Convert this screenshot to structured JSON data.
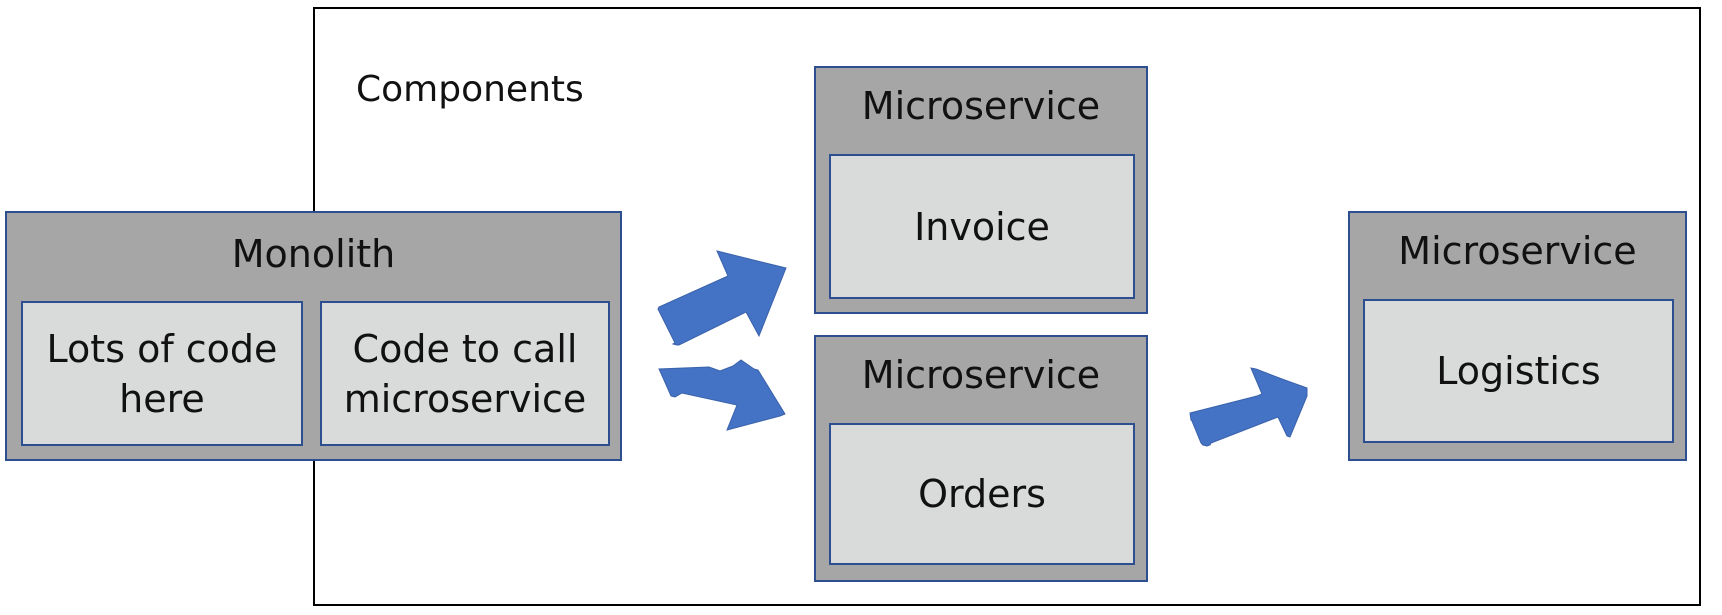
{
  "frame": {
    "label": "Components"
  },
  "monolith": {
    "title": "Monolith",
    "components": [
      {
        "lines": [
          "Lots of code",
          "here"
        ]
      },
      {
        "lines": [
          "Code to call",
          "microservice"
        ]
      }
    ]
  },
  "microservices": [
    {
      "title": "Microservice",
      "component": "Invoice"
    },
    {
      "title": "Microservice",
      "component": "Orders"
    },
    {
      "title": "Microservice",
      "component": "Logistics"
    }
  ],
  "colors": {
    "arrow": "#4472c4",
    "box_fill": "#a6a6a6",
    "inner_fill": "#d9dada",
    "border": "#2e4f8f"
  }
}
